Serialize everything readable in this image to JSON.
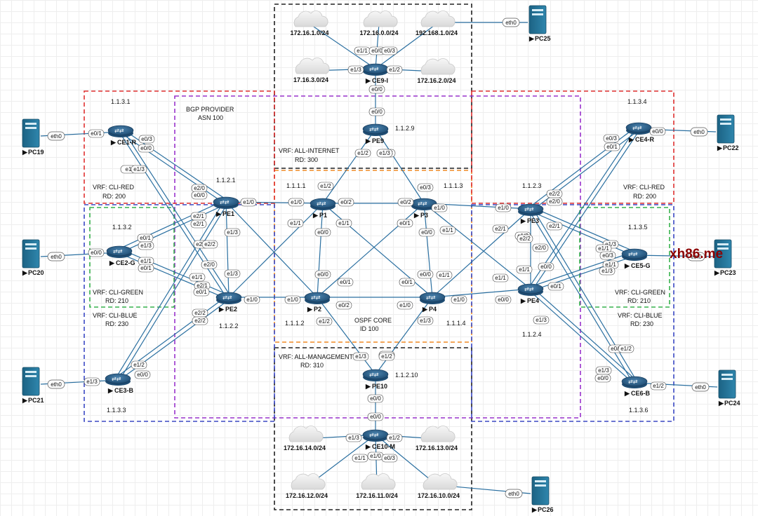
{
  "regions": [
    {
      "id": "internet",
      "label": "VRF: ALL-INTERNET",
      "sub": "RD: 300",
      "color": "#222222"
    },
    {
      "id": "management",
      "label": "VRF: ALL-MANAGEMENT",
      "sub": "RD: 310",
      "color": "#222222"
    },
    {
      "id": "provider",
      "label": "BGP PROVIDER",
      "sub": "ASN 100",
      "color": "#9933cc"
    },
    {
      "id": "core",
      "label": "OSPF CORE",
      "sub": "ID 100",
      "color": "#f08a24"
    },
    {
      "id": "red-left",
      "label": "VRF: CLI-RED",
      "sub": "RD: 200",
      "tag": "1.1.3.1",
      "color": "#e03131"
    },
    {
      "id": "green-left",
      "label": "VRF: CLI-GREEN",
      "sub": "RD: 210",
      "tag": "1.1.3.2",
      "color": "#37b24d"
    },
    {
      "id": "blue-left",
      "label": "VRF: CLI-BLUE",
      "sub": "RD: 230",
      "tag": "1.1.3.3",
      "color": "#3b49c4"
    },
    {
      "id": "red-right",
      "label": "VRF: CLI-RED",
      "sub": "RD: 200",
      "tag": "1.1.3.4",
      "color": "#e03131"
    },
    {
      "id": "green-right",
      "label": "VRF: CLI-GREEN",
      "sub": "RD: 210",
      "tag": "1.1.3.5",
      "color": "#37b24d"
    },
    {
      "id": "blue-right",
      "label": "VRF: CLI-BLUE",
      "sub": "RD: 230",
      "tag": "1.1.3.6",
      "color": "#3b49c4"
    }
  ],
  "routers": [
    {
      "id": "CE9-I",
      "name": "CE9-I"
    },
    {
      "id": "PE9",
      "name": "PE9",
      "ip": "1.1.2.9"
    },
    {
      "id": "CE1-R",
      "name": "CE1-R"
    },
    {
      "id": "CE2-G",
      "name": "CE2-G"
    },
    {
      "id": "CE3-B",
      "name": "CE3-B"
    },
    {
      "id": "PE1",
      "name": "PE1",
      "ip": "1.1.2.1"
    },
    {
      "id": "PE2",
      "name": "PE2",
      "ip": "1.1.2.2"
    },
    {
      "id": "P1",
      "name": "P1",
      "ip": "1.1.1.1"
    },
    {
      "id": "P3",
      "name": "P3",
      "ip": "1.1.1.3"
    },
    {
      "id": "P2",
      "name": "P2",
      "ip": "1.1.1.2"
    },
    {
      "id": "P4",
      "name": "P4",
      "ip": "1.1.1.4"
    },
    {
      "id": "PE3",
      "name": "PE3",
      "ip": "1.1.2.3"
    },
    {
      "id": "PE4",
      "name": "PE4",
      "ip": "1.1.2.4"
    },
    {
      "id": "CE4-R",
      "name": "CE4-R"
    },
    {
      "id": "CE5-G",
      "name": "CE5-G"
    },
    {
      "id": "CE6-B",
      "name": "CE6-B"
    },
    {
      "id": "PE10",
      "name": "PE10",
      "ip": "1.1.2.10"
    },
    {
      "id": "CE10-M",
      "name": "CE10-M"
    }
  ],
  "clouds": [
    {
      "id": "c1",
      "label": "172.16.1.0/24"
    },
    {
      "id": "c2",
      "label": "172.16.0.0/24"
    },
    {
      "id": "c3",
      "label": "192.168.1.0/24"
    },
    {
      "id": "c4",
      "label": "17.16.3.0/24"
    },
    {
      "id": "c5",
      "label": "172.16.2.0/24"
    },
    {
      "id": "c6",
      "label": "172.16.14.0/24"
    },
    {
      "id": "c7",
      "label": "172.16.13.0/24"
    },
    {
      "id": "c8",
      "label": "172.16.12.0/24"
    },
    {
      "id": "c9",
      "label": "172.16.11.0/24"
    },
    {
      "id": "c10",
      "label": "172.16.10.0/24"
    }
  ],
  "pcs": [
    {
      "id": "PC19",
      "name": "PC19",
      "port": "eth0"
    },
    {
      "id": "PC20",
      "name": "PC20",
      "port": "eth0"
    },
    {
      "id": "PC21",
      "name": "PC21",
      "port": "eth0"
    },
    {
      "id": "PC22",
      "name": "PC22",
      "port": "eth0"
    },
    {
      "id": "PC23",
      "name": "PC23",
      "port": "eth0"
    },
    {
      "id": "PC24",
      "name": "PC24",
      "port": "eth0"
    },
    {
      "id": "PC25",
      "name": "PC25",
      "port": "eth0"
    },
    {
      "id": "PC26",
      "name": "PC26",
      "port": "eth0"
    }
  ],
  "ports": [
    "e1/1",
    "e0/0",
    "e0/3",
    "e1/3",
    "e1/2",
    "e0/0",
    "e0/0",
    "e1/2",
    "e1/3",
    "e0/1",
    "e0/3",
    "e0/0",
    "e1",
    "e1/3",
    "e0/0",
    "e0/1",
    "e1/3",
    "e1/1",
    "e0/1",
    "e1/3",
    "e1/2",
    "e0/0",
    "e2/0",
    "e0/0",
    "e1/0",
    "e2/1",
    "e2/1",
    "e1/3",
    "e2/2",
    "e2/2",
    "e2/0",
    "e1/1",
    "e2/1",
    "e0/1",
    "e1/3",
    "e1/0",
    "e2/2",
    "e2/2",
    "e1/0",
    "e1/1",
    "e1/0",
    "e0/2",
    "e1/2",
    "e1/3",
    "e1/1",
    "e0/0",
    "e0/1",
    "e0/0",
    "e0/1",
    "e1/0",
    "e1/1",
    "e0/0",
    "e0/2",
    "e0/2",
    "e1/0",
    "e1/0",
    "e1/1",
    "e1/3",
    "e1/2",
    "e1/3",
    "e1/0",
    "e0/0",
    "e0/3",
    "e0/1",
    "e0/0",
    "e0/0",
    "e0/1",
    "e2/1",
    "e1/1",
    "e1/3",
    "e1/1",
    "e0/3",
    "e0/1",
    "e0/0",
    "e1/1",
    "e1/3",
    "e2/1",
    "e1/3",
    "e1/1",
    "e0/3",
    "e0/2",
    "e1/2",
    "e1/3",
    "e0/0",
    "e1/2",
    "e1/3",
    "e1/2",
    "e0/0",
    "e0/0",
    "e1/3",
    "e1/2",
    "e1/1",
    "e1/0",
    "e0/3",
    "e2/2",
    "e2/0",
    "e2/0",
    "e2/2",
    "e1/3"
  ],
  "watermark": "xh86.me",
  "colors": {
    "link": "#2a6fa0",
    "router": "#2f5f85",
    "pc": "#1c5f7f"
  }
}
